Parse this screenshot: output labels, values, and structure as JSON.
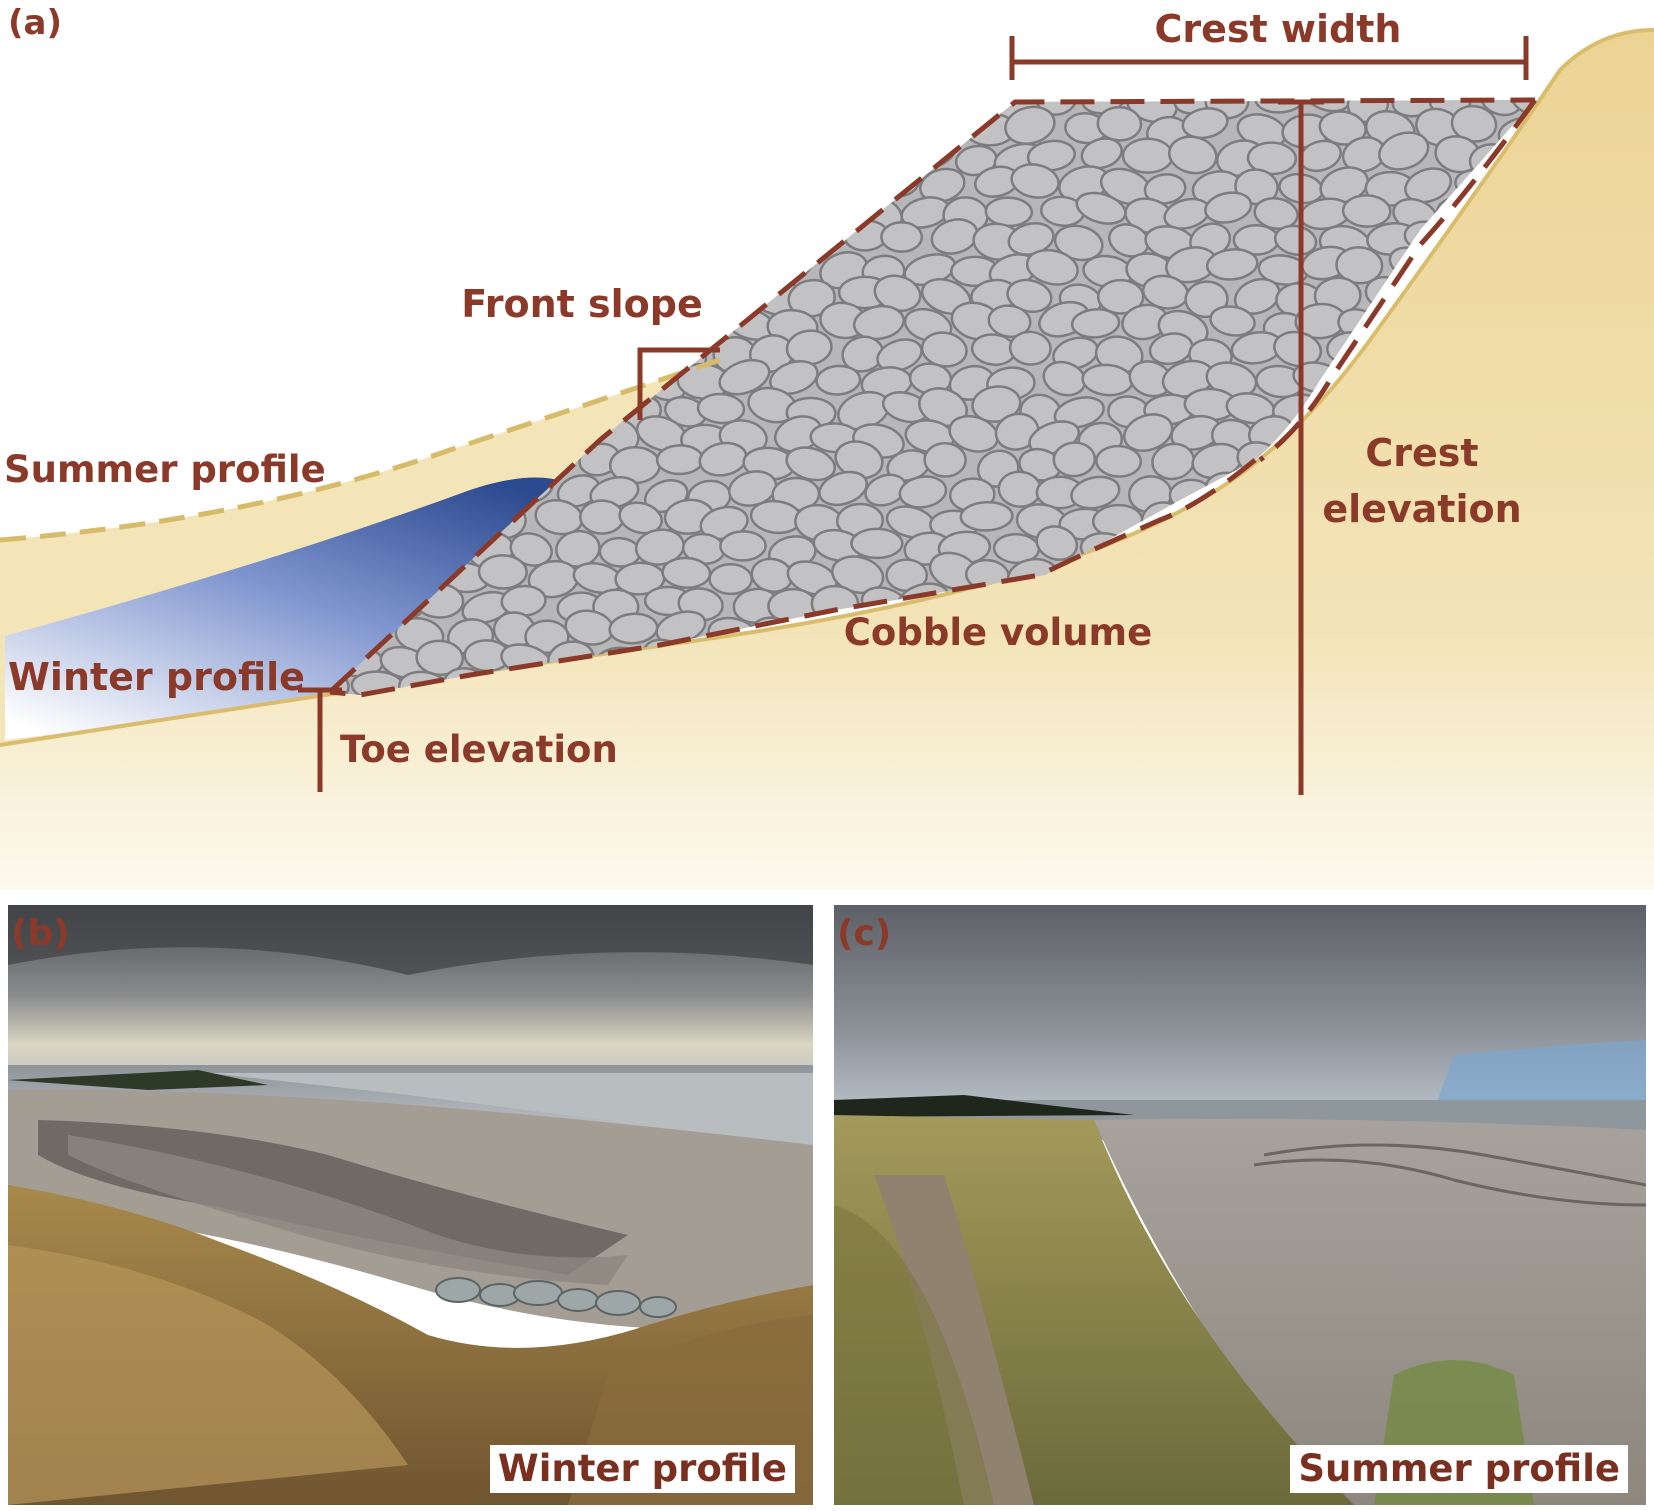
{
  "panel_a": {
    "letter": "(a)",
    "labels": {
      "crest_width": "Crest width",
      "front_slope": "Front slope",
      "summer_profile": "Summer profile",
      "winter_profile": "Winter profile",
      "toe_elevation": "Toe elevation",
      "cobble_volume": "Cobble volume",
      "crest_elevation_line1": "Crest",
      "crest_elevation_line2": "elevation"
    }
  },
  "panel_b": {
    "letter": "(b)",
    "caption": "Winter profile"
  },
  "panel_c": {
    "letter": "(c)",
    "caption": "Summer profile"
  },
  "colors": {
    "annotation": "#8b3a2a",
    "sand": "#f0dfa8",
    "cobble_fill": "#c2c2c4",
    "cobble_stroke": "#7d7d80",
    "water_dark": "#2f4d92"
  }
}
